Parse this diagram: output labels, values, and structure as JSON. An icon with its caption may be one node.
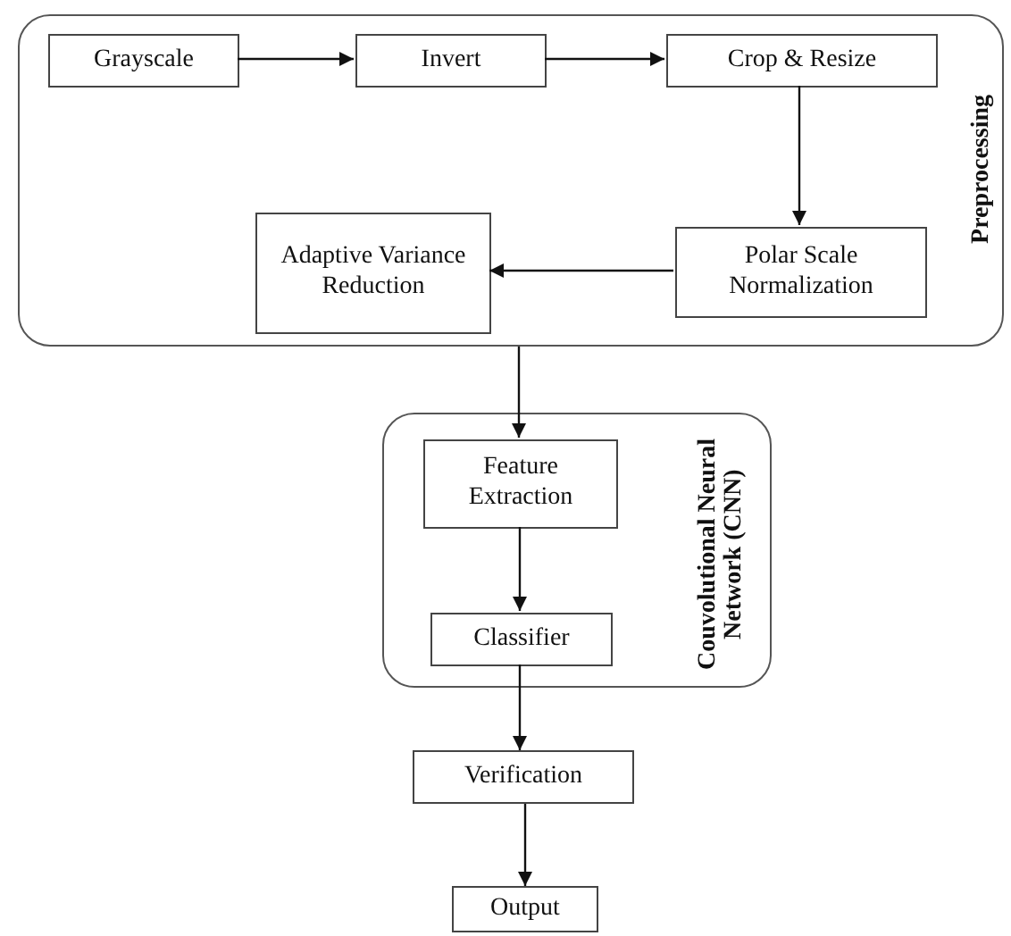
{
  "diagram": {
    "nodes": [
      {
        "text": [
          "Preprocessing"
        ]
      },
      {
        "text": [
          "Grayscale"
        ],
        "in": 0
      },
      {
        "text": [
          "Invert"
        ],
        "in": 0
      },
      {
        "text": [
          "Crop & Resize"
        ],
        "in": 0
      },
      {
        "text": [
          "Polar Scale Normalization"
        ],
        "in": 0
      },
      {
        "text": [
          "Adaptive Variance Reduction"
        ],
        "in": 0
      },
      {
        "text": [
          "Couvolutional Neural Network (CNN)"
        ]
      },
      {
        "text": [
          "Feature Extraction"
        ],
        "in": 6
      },
      {
        "text": [
          "Classifier"
        ],
        "in": 6
      },
      {
        "text": [
          "Verification"
        ]
      },
      {
        "text": [
          "Output"
        ]
      }
    ],
    "edges": [
      {
        "from": 1,
        "to": 2,
        "arrow": "to"
      },
      {
        "from": 2,
        "to": 3,
        "arrow": "to"
      },
      {
        "from": 3,
        "to": 4,
        "arrow": "to"
      },
      {
        "from": 4,
        "to": 5,
        "arrow": "to"
      },
      {
        "from": 0,
        "to": 7,
        "arrow": "to"
      },
      {
        "from": 7,
        "to": 8,
        "arrow": "to"
      },
      {
        "from": 8,
        "to": 9,
        "arrow": "to"
      },
      {
        "from": 9,
        "to": 10,
        "arrow": "to"
      }
    ]
  }
}
